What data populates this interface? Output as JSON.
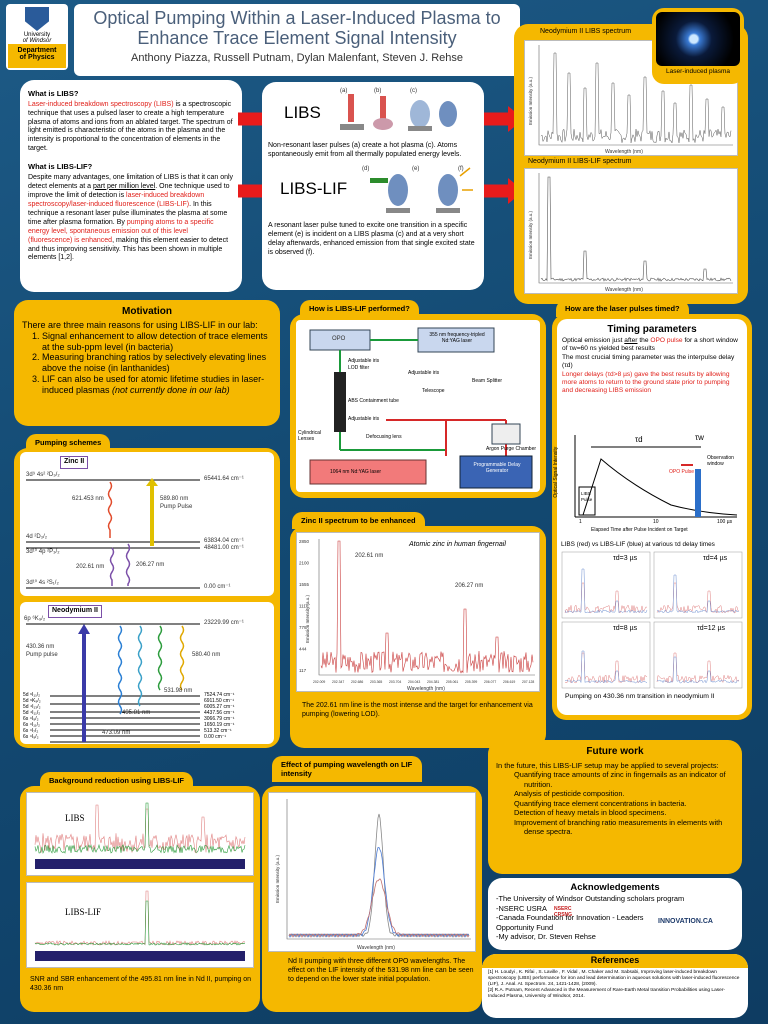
{
  "header": {
    "title_line1": "Optical Pumping Within a Laser-Induced Plasma to",
    "title_line2": "Enhance Trace Element Signal Intensity",
    "authors": "Anthony Piazza, Russell Putnam, Dylan Malenfant, Steven J. Rehse",
    "logo_text1": "University",
    "logo_text2": "of Windsor",
    "dept_line1": "Department",
    "dept_line2": "of Physics"
  },
  "intro": {
    "q1": "What is LIBS?",
    "p1_red": "Laser-induced breakdown spectroscopy (LIBS)",
    "p1_rest": " is a spectroscopic technique that uses a pulsed laser to create a high temperature plasma of atoms and ions from an ablated target. The spectrum of light emitted is characteristic of the atoms in the plasma and the intensity is proportional to the concentration of elements in the target.",
    "q2": "What is LIBS-LIF?",
    "p2_a": "Despite many advantages, one limitation of LIBS is that it can only detect elements at a ",
    "p2_u": "part per million level",
    "p2_b": ". One technique used to improve the limit of detection is ",
    "p2_red": "laser-induced breakdown spectroscopy/laser-induced fluorescence (LIBS-LIF)",
    "p2_c": ". In this technique a resonant laser pulse illuminates the plasma at some time after plasma formation. By ",
    "p2_red2": "pumping atoms to a specific energy level, spontaneous emission out of this level (fluorescence) is enhanced",
    "p2_d": ", making this element easier to detect and thus improving sensitivity. This has been shown in multiple elements [1,2]."
  },
  "libs_diagram": {
    "libs_label": "LIBS",
    "libs_caption": "Non-resonant laser pulses (a) create a hot plasma (c). Atoms spontaneously emit from all thermally populated energy levels.",
    "lif_label": "LIBS-LIF",
    "lif_caption": "A resonant laser pulse tuned to excite one transition in a specific element (e) is incident on a LIBS plasma (c) and at a very short delay afterwards, enhanced emission from that single excited state is observed (f).",
    "panel_a": "(a)",
    "panel_b": "(b)",
    "panel_c": "(c)",
    "panel_d": "(d)",
    "panel_e": "(e)",
    "panel_f": "(f)"
  },
  "spectra_top": {
    "title1": "Neodymium II LIBS spectrum",
    "title2": "Neodymium II LIBS-LIF spectrum",
    "photo_label": "Laser-induced plasma",
    "xlabel": "Wavelength (nm)",
    "ylabel": "Emission Intensity (a.u.)"
  },
  "motivation": {
    "title": "Motivation",
    "intro": "There are three main reasons for using LIBS-LIF in our lab:",
    "items": [
      "Signal enhancement to allow detection of trace elements at the sub-ppm level (in bacteria)",
      "Measuring branching ratios by selectively elevating lines above the noise (in lanthanides)"
    ],
    "item3_a": "LIF can also be used for atomic lifetime studies in laser-induced plasmas ",
    "item3_b": "(not currently done in our lab)"
  },
  "pumping": {
    "tab": "Pumping schemes",
    "zinc_label": "Zinc II",
    "zn_levels": [
      "3d⁹ 4s² ²D₃/₂",
      "4d ²D₃/₂",
      "3d¹⁰ 4p ²P₃/₂",
      "3d¹⁰ 4s ²S₁/₂"
    ],
    "zn_energies": [
      "65441.64 cm⁻¹",
      "63834.04 cm⁻¹",
      "48481.00 cm⁻¹",
      "0.00 cm⁻¹"
    ],
    "zn_wl1": "621.453 nm",
    "zn_pump": "589.80 nm",
    "zn_pump2": "Pump Pulse",
    "zn_wl3": "202.61 nm",
    "zn_wl4": "206.27 nm",
    "nd_label": "Neodymium II",
    "nd_top": "6p ⁶K₉/₂",
    "nd_top_e": "23229.99 cm⁻¹",
    "nd_pump": "430.36 nm",
    "nd_pump2": "Pump pulse",
    "nd_wl1": "580.40 nm",
    "nd_wl2": "531.98 nm",
    "nd_wl3": "495.81 nm",
    "nd_wl4": "473.09 nm",
    "nd_levels": [
      "5d ⁶I₁₁/₂",
      "5d ⁶K₉/₂",
      "5d ⁴I₁₃/₂",
      "5d ⁴I₁₁/₂",
      "6s ⁴I₉/₂",
      "6s ⁴I₁₁/₂",
      "6s ⁴I₇/₂",
      "6s ⁴I₉/₂"
    ],
    "nd_energies": [
      "7524.74 cm⁻¹",
      "6911.50 cm⁻¹",
      "6005.27 cm⁻¹",
      "4437.56 cm⁻¹",
      "3066.79 cm⁻¹",
      "1650.19 cm⁻¹",
      "513.32 cm⁻¹",
      "0.00 cm⁻¹"
    ]
  },
  "setup": {
    "tab": "How is LIBS-LIF performed?",
    "opo": "OPO",
    "nd_yag_tripled": "355 nm frequency-tripled Nd:YAG laser",
    "iris1": "Adjustable iris",
    "lod_filter": "LOD filter",
    "iris2": "Adjustable iris",
    "containment": "ABS Containment tube",
    "iris3": "Adjustable iris",
    "telescope": "Telescope",
    "beam_splitter": "Beam Splitter",
    "cyl_lenses": "Cylindrical Lenses",
    "focus_lens": "Defocusing lens",
    "purge": "Argon Purge Chamber",
    "yag1064": "1064 nm Nd:YAG laser",
    "delay_gen": "Programmable Delay Generator"
  },
  "zinc_spectrum": {
    "tab": "Zinc II spectrum to be enhanced",
    "annotation": "Atomic zinc in human fingernail",
    "peak1": "202.61 nm",
    "peak2": "206.27 nm",
    "xlabel": "Wavelength (nm)",
    "ylabel": "Emission Intensity (a.u.)",
    "caption": "The 202.61 nm line is the most intense and the target for enhancement via pumping (lowering LOD).",
    "yticks": [
      "2850",
      "2100",
      "1555",
      "1110",
      "779",
      "444",
      "117"
    ],
    "xticks": [
      "202.009",
      "202.347",
      "202.686",
      "203.365",
      "203.704",
      "204.043",
      "204.381",
      "205.061",
      "205.399",
      "206.077",
      "206.619",
      "207.128"
    ]
  },
  "timing": {
    "tab": "How are the laser pulses timed?",
    "title": "Timing parameters",
    "p1_a": "Optical emission just ",
    "p1_u": "after",
    "p1_b": " the ",
    "p1_red": "OPO pulse",
    "p1_c": " for a short window of τw=60 ns yielded best results",
    "p2": "The most crucial timing parameter was the interpulse delay (τd)",
    "p3_red": "Longer delays (τd>8 µs) gave the best results by allowing more atoms to return to the ground state prior to pumping and decreasing LIBS emission",
    "tau_d": "τd",
    "tau_w": "τw",
    "obs_window": "Observation window",
    "opo_pulse": "OPO Pulse",
    "libs_pulse": "LIBS Pulse",
    "ylabel": "Optical Signal Intensity",
    "xlabel": "Elapsed Time after Pulse Incident on Target",
    "xtick1": "1",
    "xtick2": "10",
    "xtick3": "100 µs",
    "compare_title": "LIBS (red) vs LIBS-LIF (blue) at various τd delay times",
    "t1": "τd=3 µs",
    "t2": "τd=4 µs",
    "t3": "τd=8 µs",
    "t4": "τd=12 µs",
    "caption": "Pumping on 430.36 nm transition in neodymium II"
  },
  "background": {
    "tab": "Background reduction using LIBS-LIF",
    "label1": "LIBS",
    "label2": "LIBS-LIF",
    "caption": "SNR and SBR enhancement of the 495.81 nm line in Nd II, pumping on 430.36 nm"
  },
  "pump_wl": {
    "tab": "Effect of pumping wavelength on LIF intensity",
    "xlabel": "Wavelength (nm)",
    "ylabel": "Emission Intensity (a.u.)",
    "caption": "Nd II pumping with three different OPO wavelengths. The effect on the LIF intensity of the 531.98 nm line can be seen to depend on the lower state initial population."
  },
  "future": {
    "title": "Future work",
    "intro": "In the future, this LIBS-LIF setup may be applied to several projects:",
    "items": [
      "Quantifying trace amounts of zinc in fingernails as an indicator of nutrition.",
      "Analysis of pesticide composition.",
      "Quantifying trace element concentrations in bacteria.",
      "Detection of heavy metals in blood specimens.",
      "Improvement of branching ratio measurements in elements with dense spectra."
    ]
  },
  "ack": {
    "title": "Acknowledgements",
    "items": [
      "-The University of Windsor Outstanding scholars program",
      "-NSERC USRA",
      "-Canada Foundation for Innovation - Leaders Opportunity Fund",
      "-My advisor, Dr. Steven Rehse"
    ],
    "nserc_logo": "NSERC CRSNG",
    "inno_logo": "INNOVATION.CA"
  },
  "refs": {
    "title": "References",
    "r1": "[1] H. Loudyi , K. Rifai , S. Laville , F. Vidal , M. Chaker and M. Sabsabi, Improving laser-induced breakdown spectroscopy (LIBS) performance for iron and lead determination in aqueous solutions with laser-induced fluorescence (LIF), J. Anal. At. Spectrom. 24, 1421-1428, (2009).",
    "r2": "[2] R.A. Putnam, Recent Advanced in the Measurement of Rare-Earth Metal transition Probabilities using Laser-Induced Plasma, University of Windsor, 2014."
  }
}
